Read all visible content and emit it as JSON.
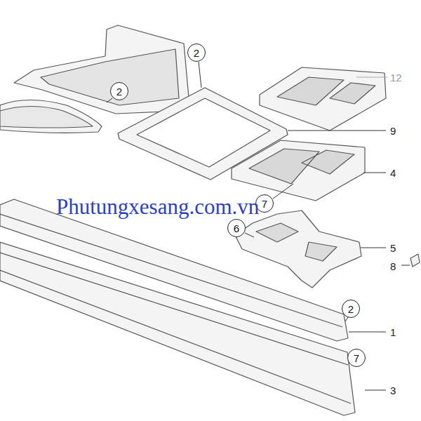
{
  "diagram": {
    "nodes": [
      {
        "text": [
          "2"
        ]
      },
      {
        "text": [
          "2"
        ]
      },
      {
        "text": [
          "7"
        ]
      },
      {
        "text": [
          "6"
        ]
      },
      {
        "text": [
          "2"
        ]
      },
      {
        "text": [
          "7"
        ]
      }
    ],
    "labels": [
      "12",
      "9",
      "4",
      "5",
      "8",
      "1",
      "3",
      "Phutungxesang.com.vn"
    ]
  }
}
